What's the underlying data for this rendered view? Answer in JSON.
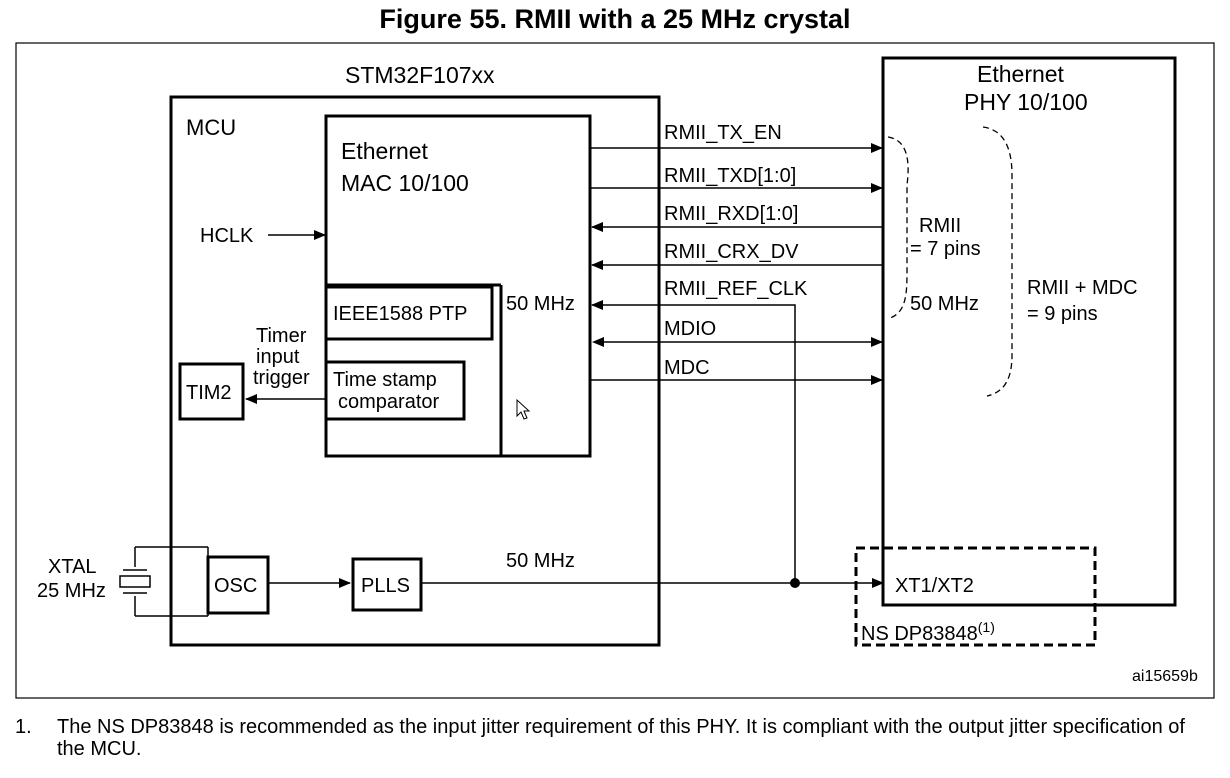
{
  "figure": {
    "title": "Figure 55. RMII with a 25 MHz crystal",
    "ref_code": "ai15659b"
  },
  "mcu_block": {
    "chip_label": "STM32F107xx",
    "mcu_label": "MCU",
    "hclk_label": "HCLK",
    "mac": {
      "line1": "Ethernet",
      "line2": "MAC 10/100",
      "clock_label": "50 MHz"
    },
    "ptp_label": "IEEE1588 PTP",
    "timestamp": {
      "line1": "Time stamp",
      "line2": "comparator"
    },
    "timer_trigger": {
      "line1": "Timer",
      "line2": "input",
      "line3": "trigger"
    },
    "tim2_label": "TIM2",
    "osc_label": "OSC",
    "plls_label": "PLLS",
    "xtal": {
      "line1": "XTAL",
      "line2": "25 MHz"
    }
  },
  "signals": {
    "tx_en": "RMII_TX_EN",
    "txd": "RMII_TXD[1:0]",
    "rxd": "RMII_RXD[1:0]",
    "crx_dv": "RMII_CRX_DV",
    "ref_clk": "RMII_REF_CLK",
    "mdio": "MDIO",
    "mdc": "MDC",
    "pll_out": "50 MHz"
  },
  "phy_block": {
    "line1": "Ethernet",
    "line2": "PHY 10/100",
    "rmii_group": {
      "line1": "RMII",
      "line2": "= 7 pins"
    },
    "rmii_mdc_group": {
      "line1": "RMII + MDC",
      "line2": "= 9 pins"
    },
    "phy_clock_label": "50 MHz",
    "xt_label": "XT1/XT2",
    "part_label": "NS DP83848",
    "part_note_mark": "(1)"
  },
  "footnote": {
    "number": "1.",
    "text": "The NS DP83848 is recommended as the input jitter requirement of this PHY. It is compliant with the output jitter specification of the MCU."
  }
}
